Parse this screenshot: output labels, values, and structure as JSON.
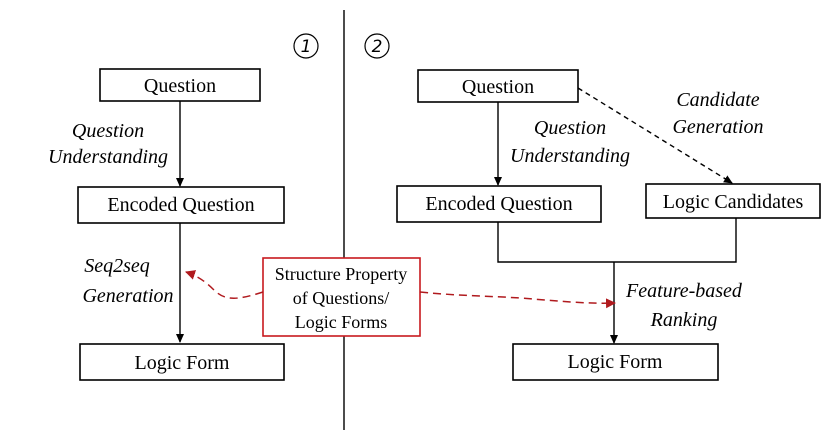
{
  "panel1": {
    "number": "1",
    "question": "Question",
    "question_understanding_1": "Question",
    "question_understanding_2": "Understanding",
    "encoded_question": "Encoded Question",
    "seq2seq_1": "Seq2seq",
    "seq2seq_2": "Generation",
    "logic_form": "Logic Form"
  },
  "panel2": {
    "number": "2",
    "question": "Question",
    "question_understanding_1": "Question",
    "question_understanding_2": "Understanding",
    "candidate_generation_1": "Candidate",
    "candidate_generation_2": "Generation",
    "encoded_question": "Encoded Question",
    "logic_candidates": "Logic Candidates",
    "feature_ranking_1": "Feature-based",
    "feature_ranking_2": "Ranking",
    "logic_form": "Logic Form"
  },
  "shared": {
    "structure_1": "Structure Property",
    "structure_2": "of Questions/",
    "structure_3": "Logic Forms"
  },
  "colors": {
    "highlight": "#c8191e"
  }
}
